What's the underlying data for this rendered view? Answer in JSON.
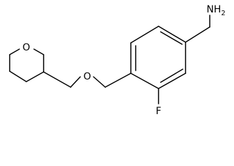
{
  "diagram": {
    "type": "skeletal-structure",
    "line_color": "#000000",
    "background": "#ffffff",
    "atoms": {
      "ring_oxygen": "O",
      "ether_oxygen": "O",
      "fluorine": "F",
      "amine": "NH2"
    }
  }
}
